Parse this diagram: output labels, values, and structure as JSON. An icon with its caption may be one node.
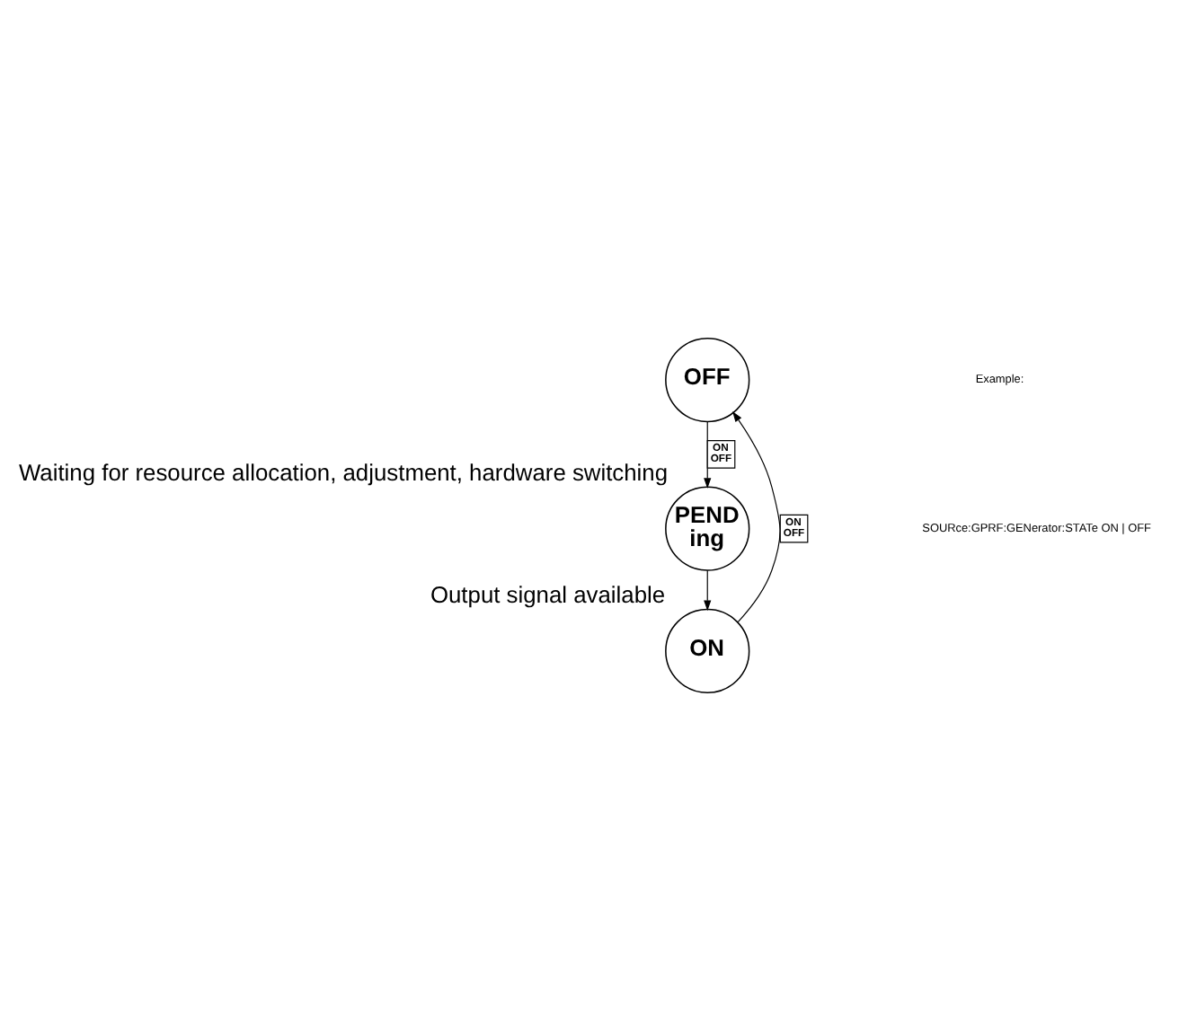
{
  "diagram": {
    "nodes": [
      {
        "text": [
          "OFF"
        ]
      },
      {
        "text": [
          "PEND ing"
        ],
        "beside": [
          "Waiting for resource allocation, adjustment, hardware switching"
        ]
      },
      {
        "text": [
          "ON"
        ],
        "beside": [
          "Output signal available"
        ]
      }
    ],
    "edges": [
      {
        "from": 2,
        "to": 0,
        "arrow": "to",
        "label": "ON OFF"
      },
      {
        "from": 0,
        "to": 1,
        "arrow": "to",
        "label": "ON OFF"
      },
      {
        "from": 1,
        "to": 2,
        "arrow": "to"
      }
    ],
    "labels": [
      "Example:",
      "SOURce:GPRF:GENerator:STATe ON | OFF"
    ]
  }
}
